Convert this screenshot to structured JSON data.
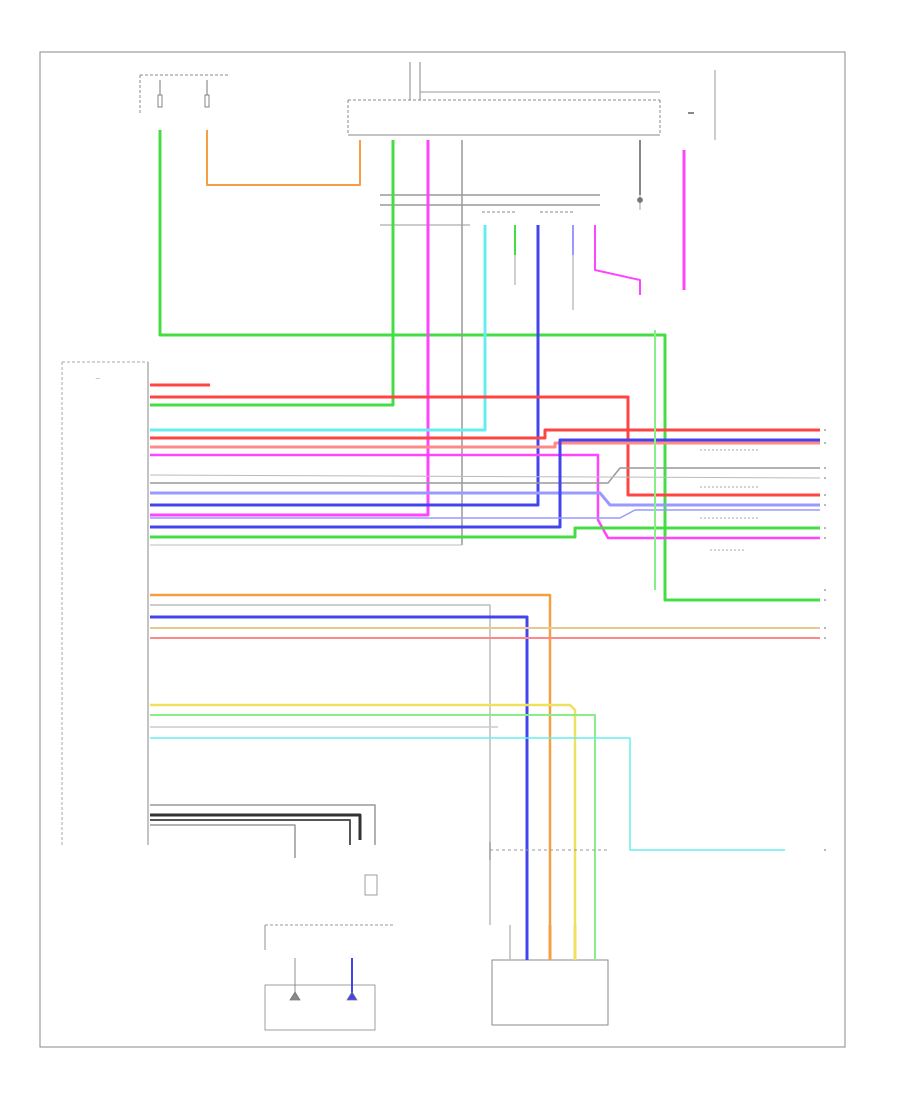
{
  "diagram": {
    "title": "",
    "footer_code": "",
    "colors": {
      "border": "#888888",
      "ground": "#888888",
      "green": "#44dd44",
      "lightgreen": "#88ee88",
      "orange": "#f5a040",
      "magenta": "#ff44ff",
      "blue": "#4444ee",
      "lightblue": "#9999ff",
      "cyan": "#66eeee",
      "red": "#ff4444",
      "pink": "#ff8888",
      "yellow": "#f0e060",
      "tan": "#e8c890",
      "gray": "#999999",
      "black": "#333333"
    },
    "wires": [
      "green-main",
      "orange-fuse",
      "green-bus-1",
      "magenta-bus-1",
      "gray-bus-1",
      "cyan-left",
      "green-bus-2",
      "blue-bus",
      "lightblue-bus",
      "magenta-right-1",
      "magenta-right-2",
      "gray-right",
      "red-bus",
      "pink-bus",
      "cyan-mid",
      "gray-mid",
      "lightblue-mid",
      "blue-mid",
      "green-mid",
      "magenta-mid",
      "yellow-low",
      "green-low",
      "cyan-low",
      "tan-low",
      "orange-low",
      "blue-low",
      "black-low",
      "gray-low"
    ]
  }
}
